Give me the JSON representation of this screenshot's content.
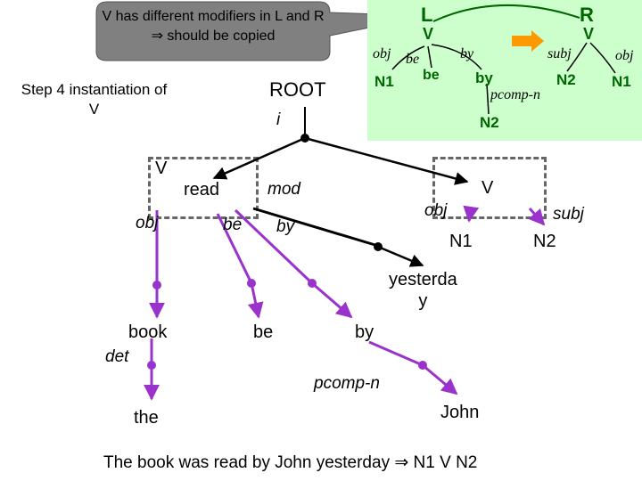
{
  "callout": {
    "text": "V has different modifiers in L and R ⇒ should be copied"
  },
  "step": {
    "text": "Step 4 instantiation of V"
  },
  "panel": {
    "left_header": "L",
    "left_v": "V",
    "right_header": "R",
    "right_v": "V",
    "obj_label": "obj",
    "be_label": "be",
    "by_label": "by",
    "n1_left": "N1",
    "be_node": "be",
    "by_node": "by",
    "pcomp_label": "pcomp-n",
    "n2_left": "N2",
    "subj_label": "subj",
    "obj_right_label": "obj",
    "n2_right": "N2",
    "n1_right": "N1"
  },
  "tree": {
    "root": "ROOT",
    "i_label": "i",
    "v_box": "V",
    "read": "read",
    "mod": "mod",
    "obj": "obj",
    "be_edge": "be",
    "by_edge": "by",
    "v_right": "V",
    "obj_right": "obj",
    "subj_right": "subj",
    "n1": "N1",
    "n2": "N2",
    "yesterday": "yesterda\ny",
    "book": "book",
    "be_leaf": "be",
    "by_leaf": "by",
    "det": "det",
    "pcomp": "pcomp-n",
    "the": "the",
    "john": "John"
  },
  "conclusion": "The book was read by John yesterday ⇒ N1 V N2",
  "colors": {
    "edge": "#9933cc",
    "panel": "#ccffcc",
    "panel_text": "#006600",
    "arrow": "#ff9900",
    "callout": "#7f7f7f"
  }
}
